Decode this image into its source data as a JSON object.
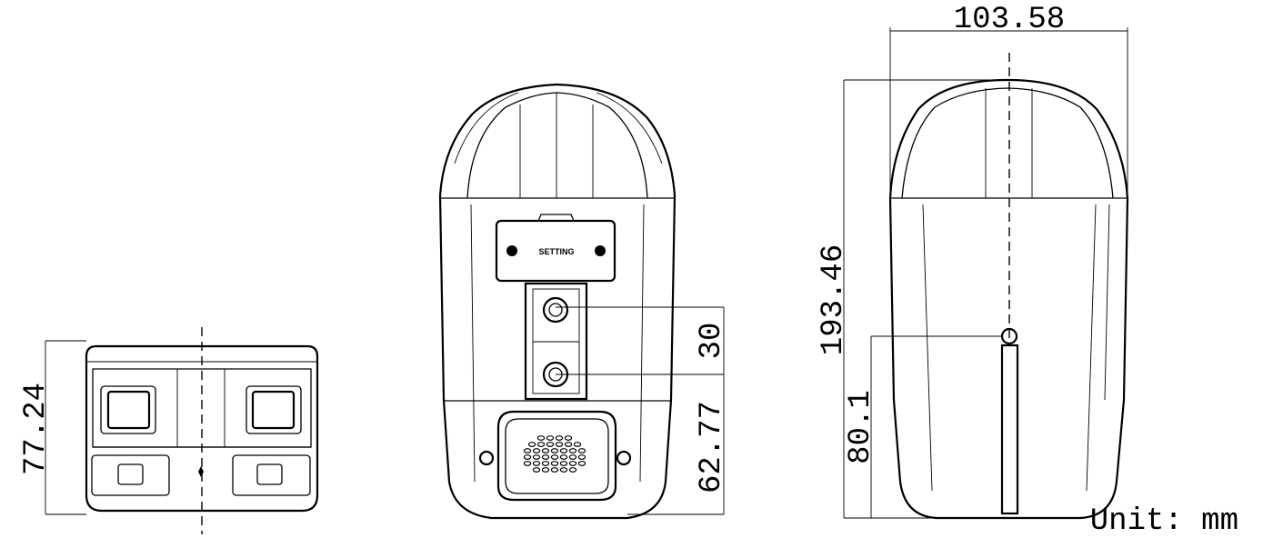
{
  "dimensions": {
    "front_height": "77.24",
    "mount_hole_spacing": "30",
    "lower_offset": "62.77",
    "width": "103.58",
    "height": "193.46",
    "side_hole_height": "80.1"
  },
  "labels": {
    "setting": "SETTING",
    "unit": "Unit: mm"
  }
}
